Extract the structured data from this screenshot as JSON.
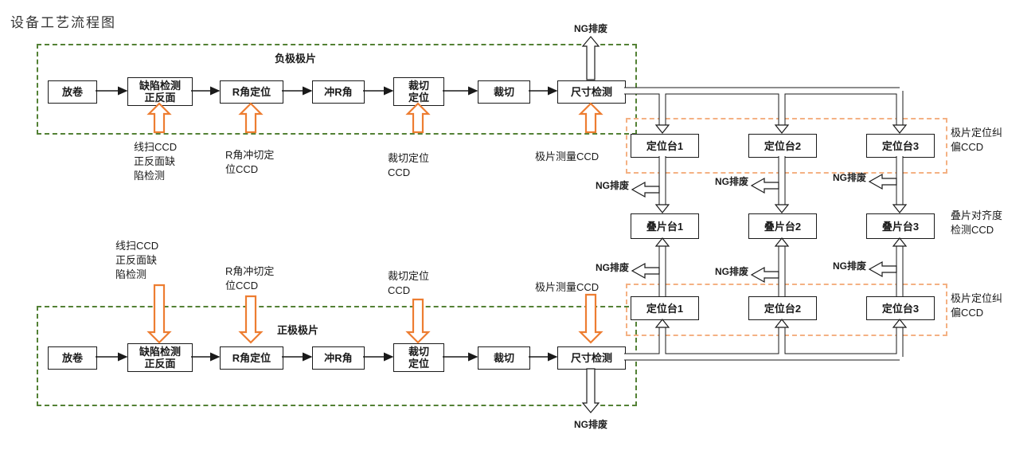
{
  "title": "设备工艺流程图",
  "negative": {
    "label": "负极极片",
    "ng_top": "NG排废",
    "steps": [
      "放卷",
      "缺陷检测\n正反面",
      "R角定位",
      "冲R角",
      "裁切\n定位",
      "裁切",
      "尺寸检测"
    ],
    "ccd": [
      "线扫CCD\n正反面缺\n陷检测",
      "R角冲切定\n位CCD",
      "裁切定位\nCCD",
      "极片测量CCD"
    ]
  },
  "positive": {
    "label": "正极极片",
    "ng_bottom": "NG排废",
    "steps": [
      "放卷",
      "缺陷检测\n正反面",
      "R角定位",
      "冲R角",
      "裁切\n定位",
      "裁切",
      "尺寸检测"
    ],
    "ccd": [
      "线扫CCD\n正反面缺\n陷检测",
      "R角冲切定\n位CCD",
      "裁切定位\nCCD",
      "极片测量CCD"
    ]
  },
  "stacking": {
    "top_align": {
      "label": "极片定位纠\n偏CCD",
      "stations": [
        "定位台1",
        "定位台2",
        "定位台3"
      ]
    },
    "tables": {
      "label": "叠片对齐度\n检测CCD",
      "stations": [
        "叠片台1",
        "叠片台2",
        "叠片台3"
      ]
    },
    "bottom_align": {
      "label": "极片定位纠\n偏CCD",
      "stations": [
        "定位台1",
        "定位台2",
        "定位台3"
      ]
    },
    "ng_top": [
      "NG排废",
      "NG排废",
      "NG排废"
    ],
    "ng_bottom": [
      "NG排废",
      "NG排废",
      "NG排废"
    ]
  },
  "colors": {
    "green": "#538135",
    "orange": "#ED7D31",
    "orange_light": "#F4B183",
    "line": "#1a1a1a"
  }
}
